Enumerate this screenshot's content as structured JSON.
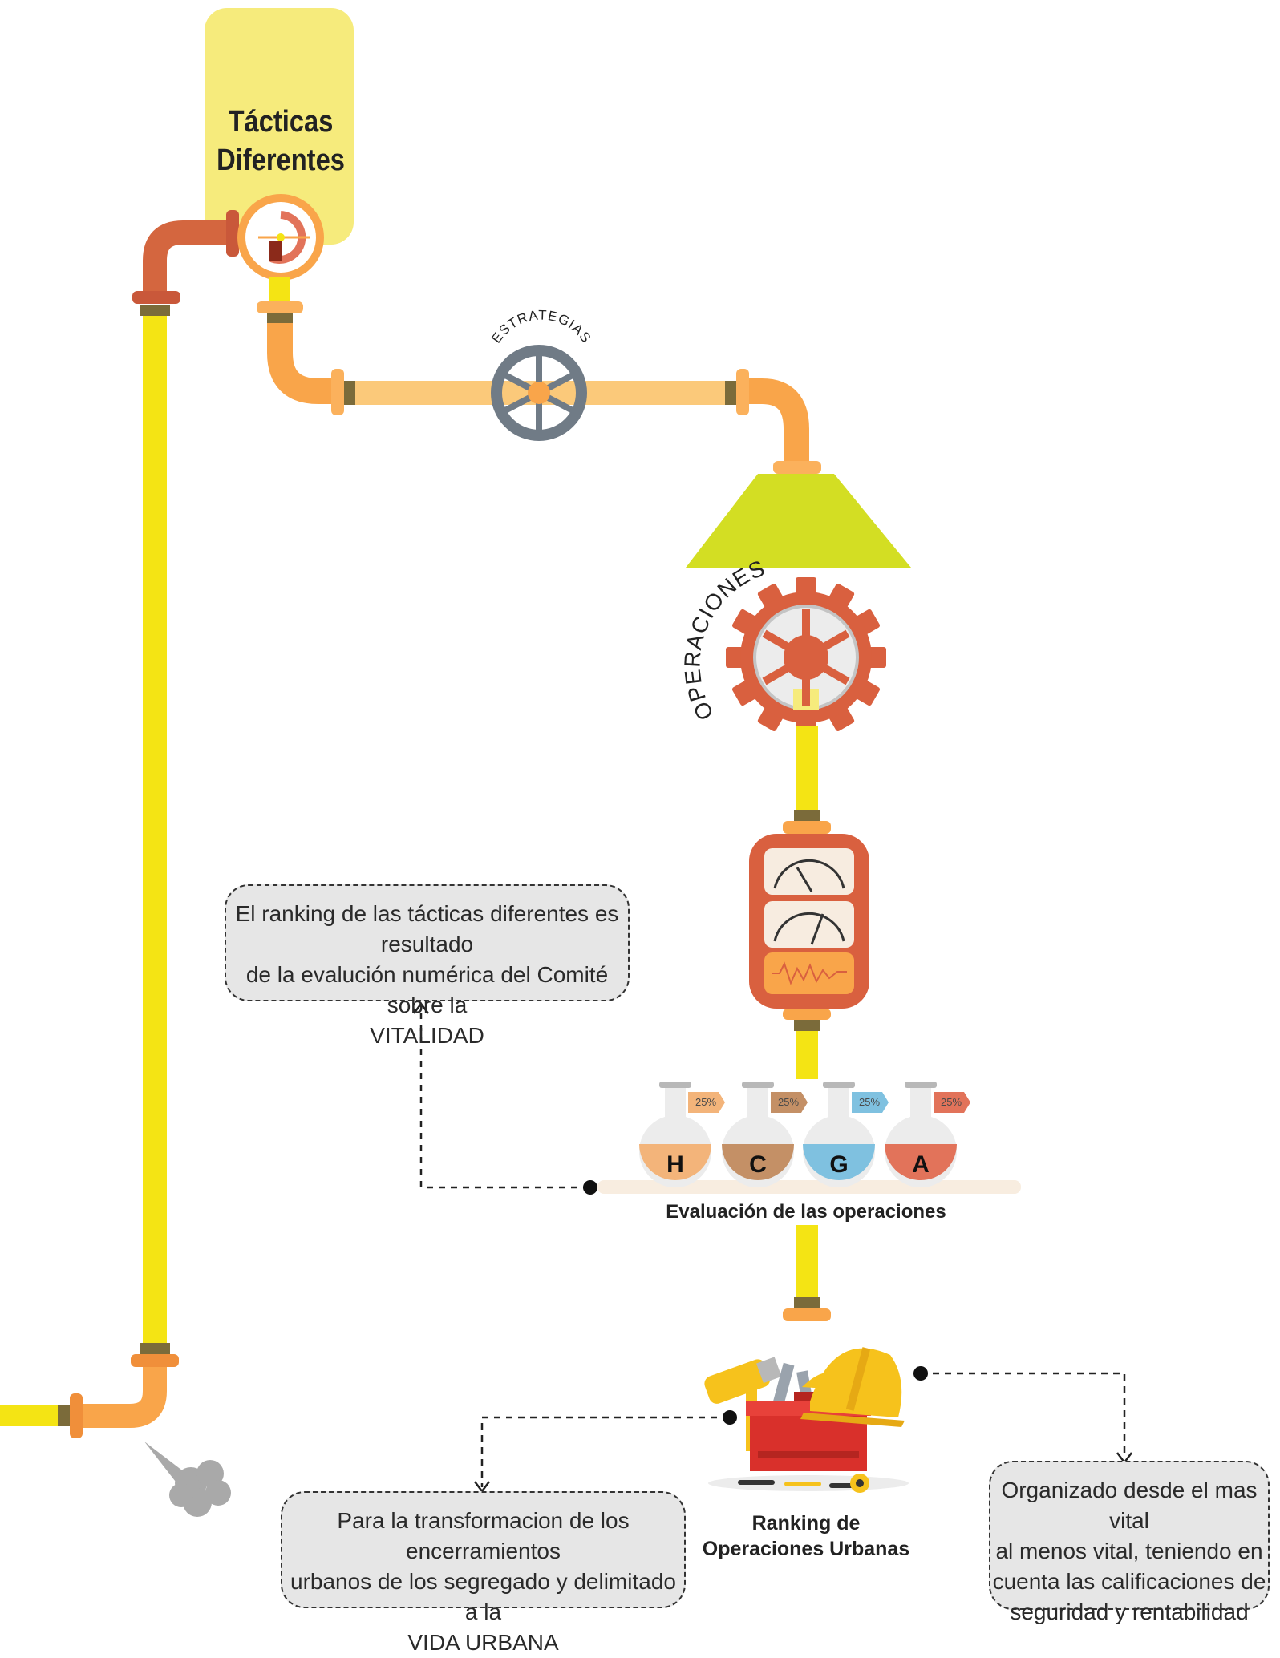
{
  "tank": {
    "title_line1": "Tácticas",
    "title_line2": "Diferentes",
    "color": "#f6eb7c"
  },
  "valve": {
    "label": "ESTRATEGIAS"
  },
  "gear": {
    "label": "OPERACIONES"
  },
  "flasks": [
    {
      "letter": "H",
      "percent": "25%",
      "color": "#f3b47a"
    },
    {
      "letter": "C",
      "percent": "25%",
      "color": "#c49066"
    },
    {
      "letter": "G",
      "percent": "25%",
      "color": "#7fc1e0"
    },
    {
      "letter": "A",
      "percent": "25%",
      "color": "#e2735a"
    }
  ],
  "evaluation": {
    "label": "Evaluación de las operaciones"
  },
  "ranking": {
    "line1": "Ranking de",
    "line2": "Operaciones Urbanas"
  },
  "notes": {
    "vitalidad": {
      "line1": "El ranking de las tácticas diferentes es resultado",
      "line2": "de la evalución numérica del Comité sobre la",
      "line3": "VITALIDAD"
    },
    "vida_urbana": {
      "line1": "Para la transformacion de los encerramientos",
      "line2": "urbanos de los segregado y delimitado a la",
      "line3": "VIDA URBANA"
    },
    "organizado": {
      "line1": "Organizado desde el mas vital",
      "line2": "al menos vital, teniendo en",
      "line3": "cuenta las calificaciones de",
      "line4": "seguridad y rentabilidad"
    }
  },
  "colors": {
    "yellow_pipe": "#f4e414",
    "orange_pipe": "#f9a54a",
    "light_orange_pipe": "#fbc97a",
    "rust": "#d9603f",
    "funnel": "#d3de23",
    "dark_band": "#7b6b3a"
  }
}
